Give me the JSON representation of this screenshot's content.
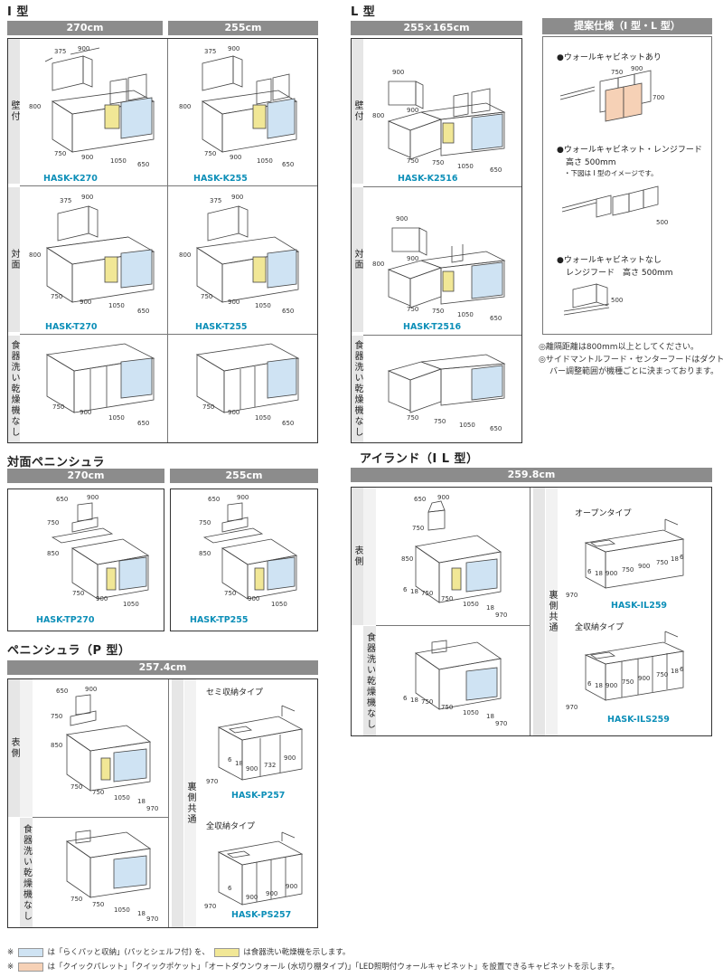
{
  "colors": {
    "accent": "#0d8fb8",
    "bar": "#8c8c8c",
    "blue_swatch": "#cfe3f3",
    "yellow_swatch": "#f1e796",
    "peach_swatch": "#f6d1b6"
  },
  "i_type": {
    "title": "I 型",
    "col1": "270cm",
    "col2": "255cm",
    "row_wall": "壁付",
    "row_face": "対面",
    "row_nodish": "食器洗い乾燥機なし",
    "models": {
      "k270": "HASK-K270",
      "k255": "HASK-K255",
      "t270": "HASK-T270",
      "t255": "HASK-T255"
    },
    "dims": {
      "a": "375",
      "b": "900",
      "h": "800",
      "d1": "750",
      "d2": "900",
      "d3": "1050",
      "d4": "650"
    }
  },
  "l_type": {
    "title": "L 型",
    "col": "255×165cm",
    "row_wall": "壁付",
    "row_face": "対面",
    "row_nodish": "食器洗い乾燥機なし",
    "models": {
      "k2516": "HASK-K2516",
      "t2516": "HASK-T2516"
    },
    "dims": {
      "a": "900",
      "b": "900",
      "h": "800",
      "d1": "750",
      "d2": "750",
      "d3": "1050",
      "d4": "650"
    }
  },
  "proposal": {
    "title": "提案仕様（I 型・L 型）",
    "item1": "●ウォールキャビネットあり",
    "item1_dims": {
      "a": "750",
      "b": "900",
      "h": "700"
    },
    "item2": "●ウォールキャビネット・レンジフード",
    "item2_sub": "高さ 500mm",
    "item2_note": "・下図は I 型のイメージです。",
    "item2_dim": "500",
    "item3": "●ウォールキャビネットなし",
    "item3_sub": "レンジフード　高さ 500mm",
    "item3_dim": "500",
    "note1": "◎離隔距離は800mm以上としてください。",
    "note2": "◎サイドマントルフード・センターフードはダクトカ",
    "note3": "バー調整範囲が機種ごとに決まっております。"
  },
  "tp": {
    "title": "対面ペニンシュラ",
    "col1": "270cm",
    "col2": "255cm",
    "models": {
      "tp270": "HASK-TP270",
      "tp255": "HASK-TP255"
    },
    "dims": {
      "a": "650",
      "b": "900",
      "h1": "750",
      "h2": "850",
      "d1": "750",
      "d2": "900",
      "d3": "1050"
    }
  },
  "p": {
    "title": "ペニンシュラ（P 型）",
    "col": "257.4cm",
    "row_front": "表側",
    "row_nodish": "食器洗い乾燥機なし",
    "row_back": "裏側共通",
    "semi": "セミ収納タイプ",
    "full": "全収納タイプ",
    "models": {
      "p257": "HASK-P257",
      "ps257": "HASK-PS257"
    },
    "dims": {
      "a": "650",
      "b": "900",
      "h1": "750",
      "h2": "850",
      "d1": "750",
      "d2": "750",
      "d3": "1050",
      "d4": "18",
      "d5": "970",
      "e1": "6",
      "e2": "18",
      "e3": "900",
      "e4": "732",
      "e5": "900",
      "e6": "970"
    }
  },
  "il": {
    "title": "アイランド（I L 型）",
    "col": "259.8cm",
    "row_front": "表側",
    "row_nodish": "食器洗い乾燥機なし",
    "row_back": "裏側共通",
    "open": "オープンタイプ",
    "full": "全収納タイプ",
    "models": {
      "il259": "HASK-IL259",
      "ils259": "HASK-ILS259"
    },
    "dims": {
      "a": "650",
      "b": "900",
      "h1": "750",
      "h2": "850",
      "d0": "6",
      "d1": "18",
      "d2": "750",
      "d3": "750",
      "d4": "1050",
      "d5": "18",
      "d6": "970",
      "e1": "750",
      "e2": "900",
      "e3": "18",
      "e4": "6"
    }
  },
  "footer": {
    "line1_pre": "※",
    "line1_a": "は「らくパッと収納」(パッとシェルフ付) を、",
    "line1_b": "は食器洗い乾燥機を示します。",
    "line2_pre": "※",
    "line2": "は「クイックパレット」「クイックポケット」「オートダウンウォール (水切り棚タイプ)」「LED照明付ウォールキャビネット」を設置できるキャビネットを示します。"
  }
}
